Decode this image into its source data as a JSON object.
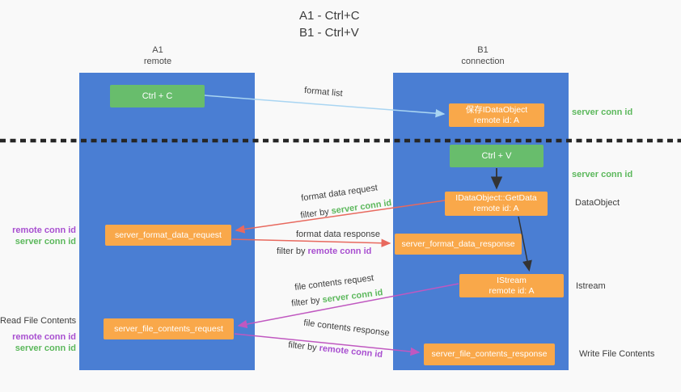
{
  "title": {
    "line1": "A1 - Ctrl+C",
    "line2": "B1 - Ctrl+V"
  },
  "lanes": {
    "left": {
      "name": "A1",
      "role": "remote"
    },
    "right": {
      "name": "B1",
      "role": "connection"
    }
  },
  "nodes": {
    "ctrl_c": {
      "label": "Ctrl + C"
    },
    "save_dataobject": {
      "line1": "保存IDataObject",
      "line2": "remote id: A"
    },
    "ctrl_v": {
      "label": "Ctrl + V"
    },
    "getdata": {
      "line1": "IDataObject::GetData",
      "line2": "remote id: A"
    },
    "format_request": {
      "label": "server_format_data_request"
    },
    "format_response": {
      "label": "server_format_data_response"
    },
    "istream": {
      "line1": "IStream",
      "line2": "remote id: A"
    },
    "file_request": {
      "label": "server_file_contents_request"
    },
    "file_response": {
      "label": "server_file_contents_response"
    }
  },
  "edge_labels": {
    "format_list": "format list",
    "format_data_request": "format data request",
    "format_data_response": "format data response",
    "file_contents_request": "file contents request",
    "file_contents_response": "file contents response",
    "filter_by": "filter by ",
    "server_conn_id": "server conn id",
    "remote_conn_id": "remote conn id"
  },
  "side_labels": {
    "right_server_conn_top": "server conn id",
    "right_server_conn_mid": "server conn id",
    "dataobject": "DataObject",
    "istream": "Istream",
    "write_file_contents": "Write File Contents",
    "left_remote_conn_top": "remote conn id",
    "left_server_conn_top": "server conn id",
    "read_file_contents": "Read File Contents",
    "left_remote_conn_bottom": "remote conn id",
    "left_server_conn_bottom": "server conn id"
  },
  "colors": {
    "lane_blue": "#4a7ed3",
    "node_orange": "#f9a84a",
    "node_green": "#68bd6c",
    "text_green": "#5cb85c",
    "text_purple": "#a84fd0",
    "arrow_red": "#e8695e",
    "arrow_magenta": "#c058c0",
    "arrow_lightblue": "#a9d5f2",
    "arrow_black": "#333333",
    "dashed_line": "#262626"
  }
}
